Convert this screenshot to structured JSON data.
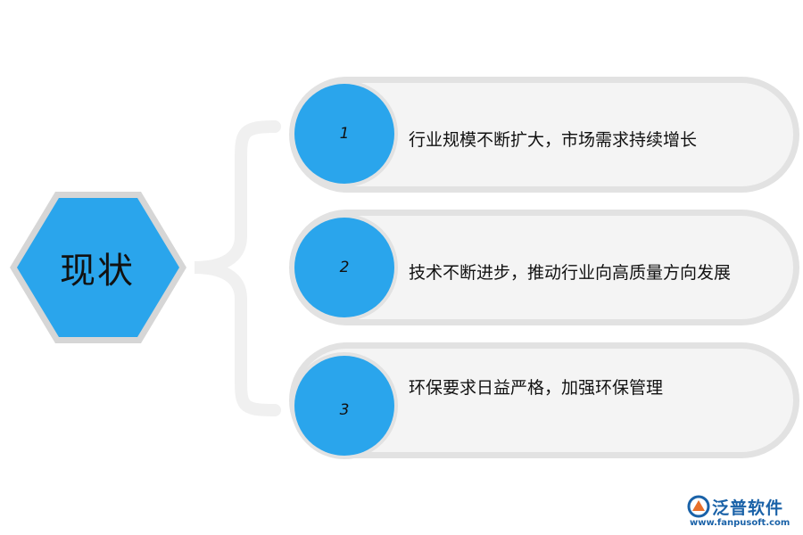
{
  "center": {
    "label": "现状"
  },
  "items": [
    {
      "number": "1",
      "text": "行业规模不断扩大，市场需求持续增长"
    },
    {
      "number": "2",
      "text": "技术不断进步，推动行业向高质量方向发展"
    },
    {
      "number": "3",
      "text": "环保要求日益严格，加强环保管理"
    }
  ],
  "logo": {
    "name": "泛普软件",
    "url": "www.fanpusoft.com"
  },
  "colors": {
    "accent": "#2aa5ec",
    "hex_border": "#d6d6d6",
    "pill_fill": "#f4f4f4",
    "pill_border": "#e2e2e2",
    "brand": "#1a62a8"
  }
}
